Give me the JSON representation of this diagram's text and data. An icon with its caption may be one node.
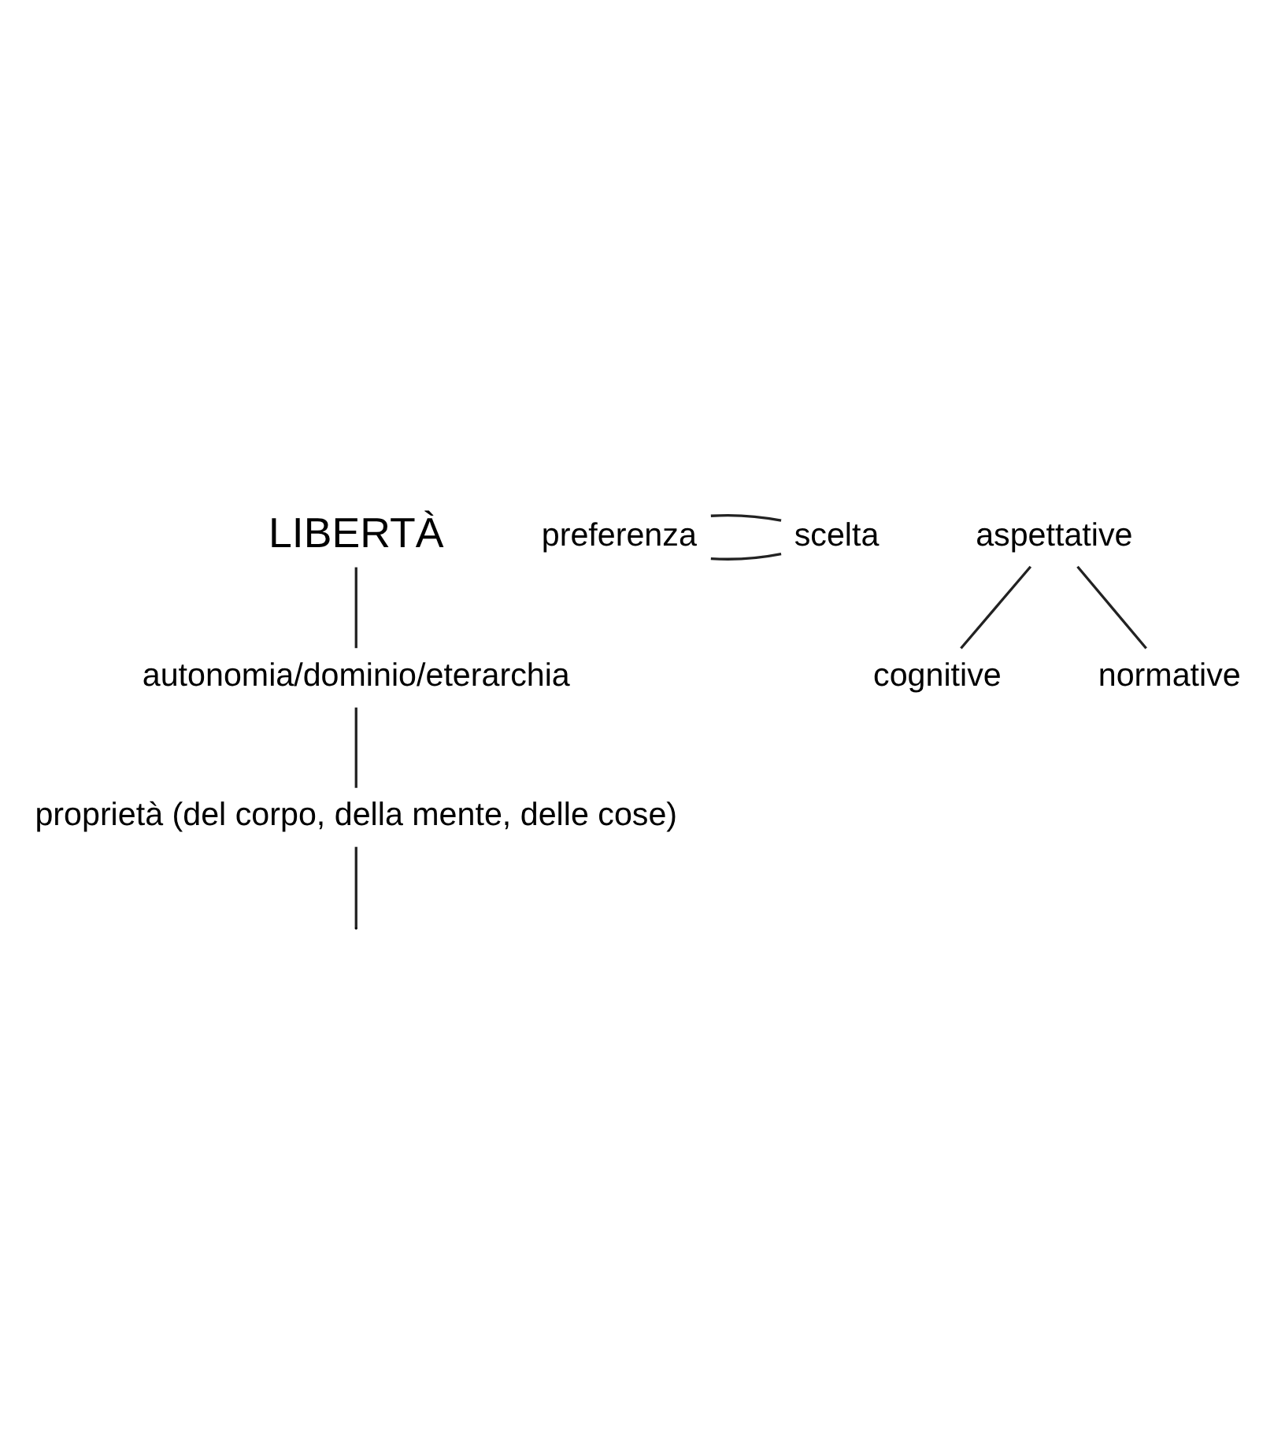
{
  "diagram": {
    "nodes": [
      {
        "text": [
          "LIBERTÀ"
        ]
      },
      {
        "text": [
          "autonomia/dominio/eterarchia"
        ]
      },
      {
        "text": [
          "proprietà (del corpo, della mente, delle cose)"
        ]
      },
      {
        "text": [
          "preferenza"
        ]
      },
      {
        "text": [
          "scelta"
        ]
      },
      {
        "text": [
          "aspettative"
        ]
      },
      {
        "text": [
          "cognitive"
        ]
      },
      {
        "text": [
          "normative"
        ]
      }
    ],
    "edges": [
      {
        "from": 0,
        "to": 1,
        "arrow": "none"
      },
      {
        "from": 1,
        "to": 2,
        "arrow": "none"
      },
      {
        "from": 2,
        "to": null,
        "arrow": "none"
      },
      {
        "from": 3,
        "to": 4,
        "arrow": "none"
      },
      {
        "from": 3,
        "to": 4,
        "arrow": "none"
      },
      {
        "from": 5,
        "to": 6,
        "arrow": "none"
      },
      {
        "from": 5,
        "to": 7,
        "arrow": "none"
      }
    ]
  }
}
